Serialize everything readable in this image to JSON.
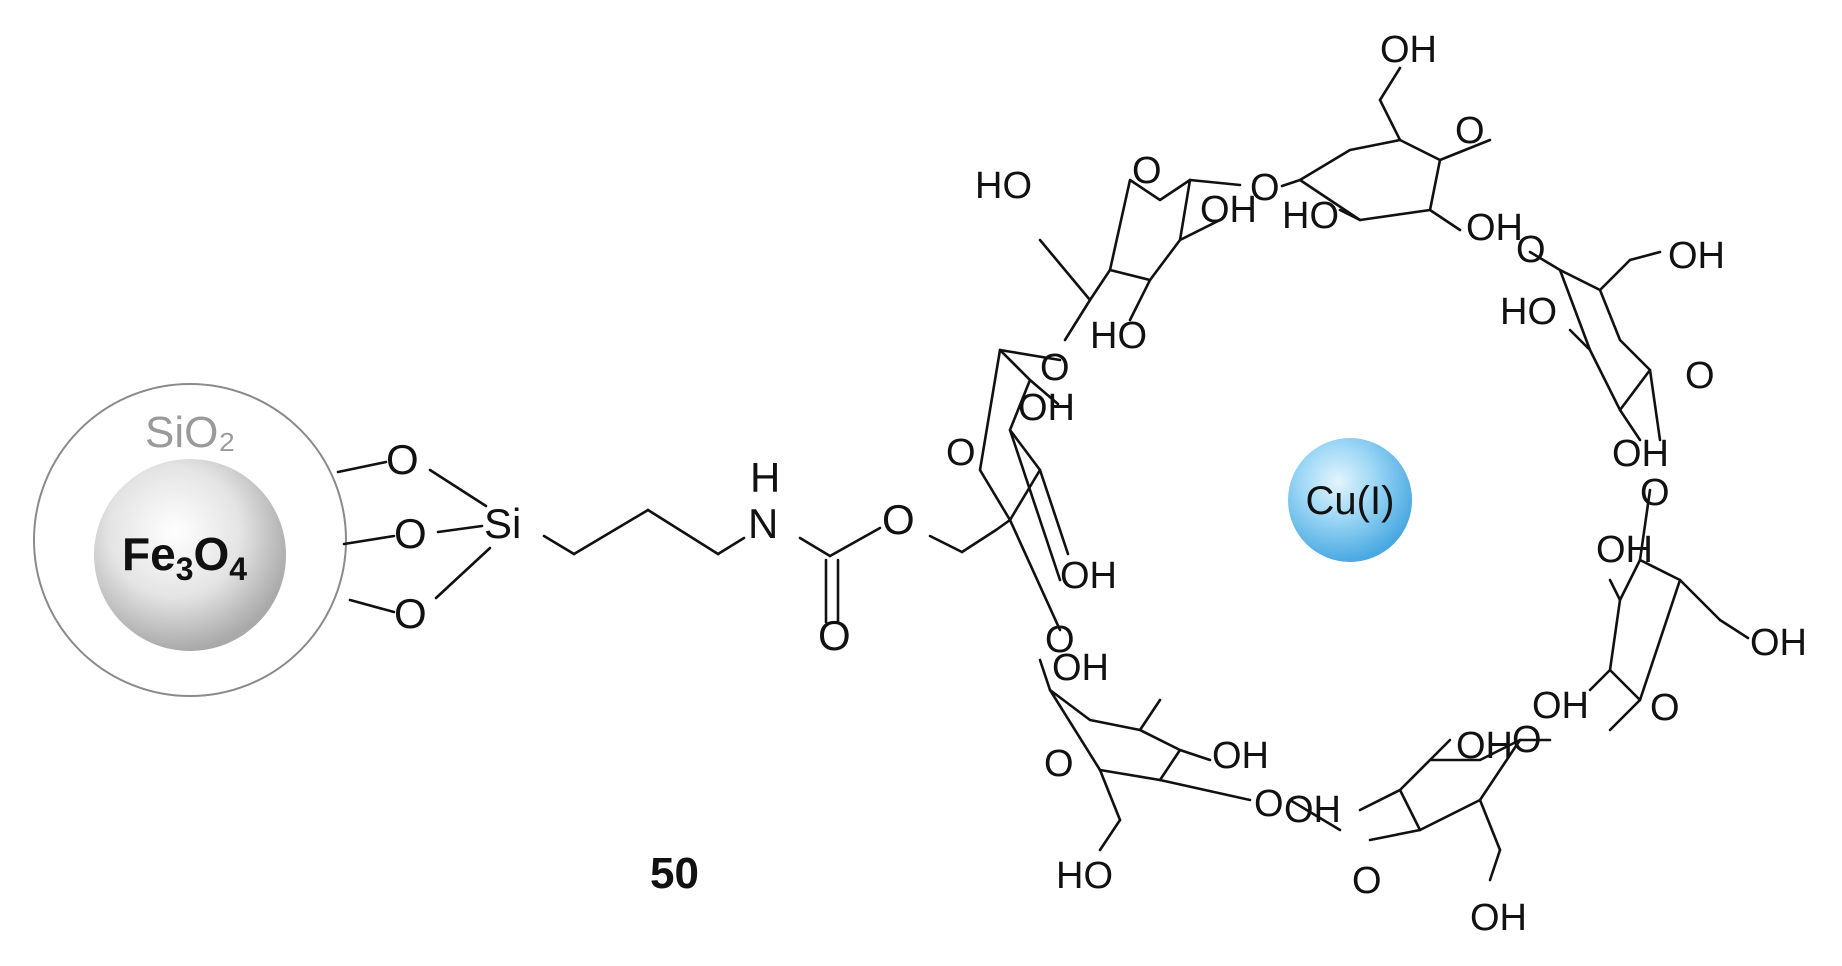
{
  "particle": {
    "shell_label": "SiO₂",
    "core_label_main": "Fe",
    "core_label_sub1": "3",
    "core_label_o": "O",
    "core_label_sub2": "4"
  },
  "linker": {
    "silicon": "Si",
    "oxygen": "O",
    "amine_n": "N",
    "amine_h": "H"
  },
  "cyclodextrin": {
    "hydroxyl": "OH",
    "hydroxyl_left": "HO",
    "ring_oxygen": "O"
  },
  "metal": {
    "label": "Cu(I)",
    "color": "#5bb8ec"
  },
  "compound_number": "50"
}
